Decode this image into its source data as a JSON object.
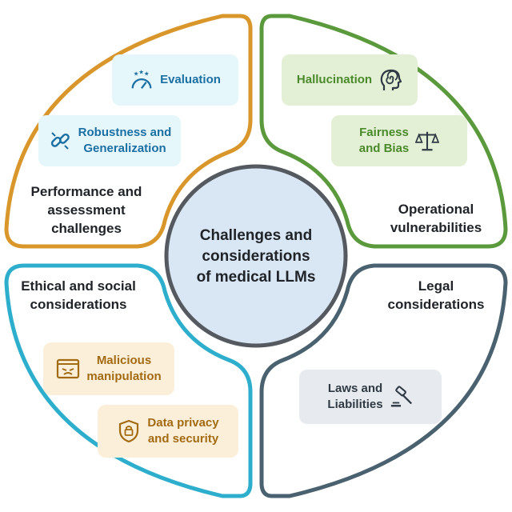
{
  "center": {
    "title": "Challenges and\nconsiderations\nof medical LLMs"
  },
  "quadrants": {
    "top_left": {
      "label": "Performance and\nassessment\nchallenges",
      "color": "#d9962a",
      "chips": [
        {
          "label": "Evaluation",
          "icon": "rating-gauge-icon"
        },
        {
          "label": "Robustness and\nGeneralization",
          "icon": "broken-link-icon"
        }
      ]
    },
    "top_right": {
      "label": "Operational\nvulnerabilities",
      "color": "#5b9a3c",
      "chips": [
        {
          "label": "Hallucination",
          "icon": "head-spiral-icon"
        },
        {
          "label": "Fairness\nand Bias",
          "icon": "scales-icon"
        }
      ]
    },
    "bottom_left": {
      "label": "Ethical and social\nconsiderations",
      "color": "#2eaecd",
      "chips": [
        {
          "label": "Malicious\nmanipulation",
          "icon": "malware-window-icon"
        },
        {
          "label": "Data privacy\nand security",
          "icon": "shield-lock-icon"
        }
      ]
    },
    "bottom_right": {
      "label": "Legal\nconsiderations",
      "color": "#4a6270",
      "chips": [
        {
          "label": "Laws and\nLiabilities",
          "icon": "gavel-icon"
        }
      ]
    }
  },
  "colors": {
    "center_fill": "#d9e6f3",
    "center_stroke": "#555a61",
    "chip_evaluation_bg": "#e6f7fc",
    "chip_robustness_bg": "#e6f7fc",
    "chip_tl_text": "#1b6fa3",
    "chip_tr_bg": "#e3f0d6",
    "chip_tr_text": "#4a8a2a",
    "chip_bl_bg": "#fcefd9",
    "chip_bl_text": "#a26b12",
    "chip_br_bg": "#e7ebef",
    "chip_br_text": "#2f3a44"
  }
}
